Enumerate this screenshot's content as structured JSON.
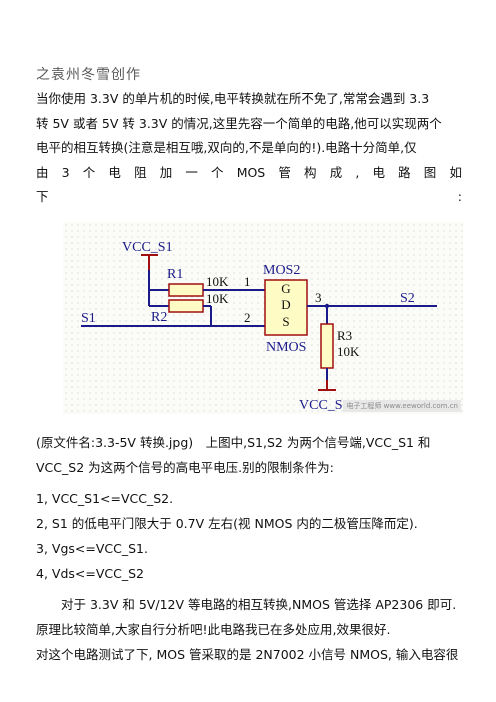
{
  "author": "之袁州冬雪创作",
  "intro": {
    "line1": "当你使用 3.3V 的单片机的时候,电平转换就在所不免了,常常会遇到 3.3",
    "line2": "转 5V 或者 5V 转 3.3V 的情况,这里先容一个简单的电路,他可以实现两个",
    "line3": "电平的相互转换(注意是相互哦,双向的,不是单向的!).电路十分简单,仅",
    "line4_chars": [
      "由",
      "3",
      "个",
      "电",
      "阻",
      "加",
      "一",
      "个",
      "MOS",
      "管",
      "构",
      "成",
      ",",
      "电",
      "路",
      "图",
      "如"
    ],
    "line5_left": "下",
    "line5_right": ":"
  },
  "schematic": {
    "vcc_s1": "VCC_S1",
    "vcc_s2": "VCC_S2",
    "r1": "R1",
    "r2": "R2",
    "r3": "R3",
    "r1_value": "10K",
    "r2_value": "10K",
    "r3_value": "10K",
    "mos_label": "MOS2",
    "pin_g": "G",
    "pin_d": "D",
    "pin_s": "S",
    "nmos": "NMOS",
    "pin1": "1",
    "pin2": "2",
    "pin3": "3",
    "s1": "S1",
    "s2": "S2",
    "watermark": "电子工程师 www.eeworld.com.cn"
  },
  "caption": {
    "line1": "(原文件名:3.3-5V 转换.jpg)　上图中,S1,S2 为两个信号端,VCC_S1 和",
    "line2": "VCC_S2 为这两个信号的高电平电压.别的限制条件为:"
  },
  "conditions": [
    "1, VCC_S1<=VCC_S2.",
    "2, S1 的低电平门限大于 0.7V 左右(视 NMOS 内的二极管压降而定).",
    "3, Vgs<=VCC_S1.",
    "4, Vds<=VCC_S2"
  ],
  "closing": {
    "line1": "　　对于 3.3V 和 5V/12V 等电路的相互转换,NMOS 管选择 AP2306 即可.",
    "line2": "原理比较简单,大家自行分析吧!此电路我已在多处应用,效果很好.",
    "line3": "对这个电路测试了下, MOS 管采取的是 2N7002 小信号 NMOS, 输入电容很"
  }
}
